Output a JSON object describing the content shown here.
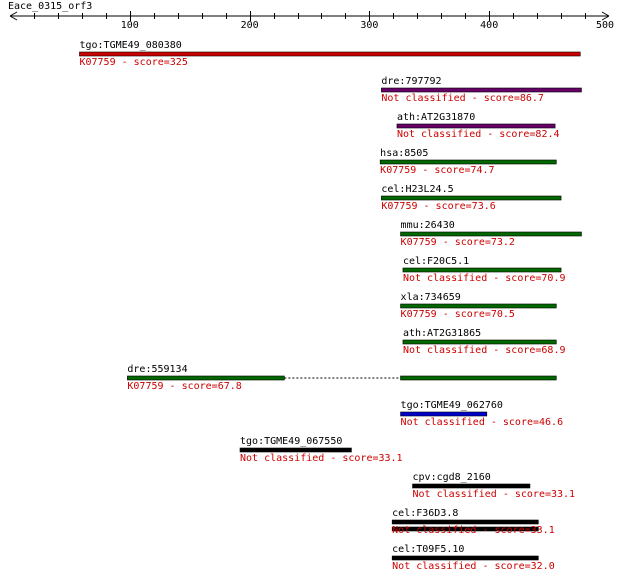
{
  "title": "Eace_0315_orf3",
  "axis": {
    "min": 0,
    "max": 500,
    "ticks": [
      100,
      200,
      300,
      400,
      500
    ],
    "tick_labels": [
      "100",
      "200",
      "300",
      "400",
      "500"
    ]
  },
  "colors": {
    "red": "#cc0000",
    "purple": "#660066",
    "green": "#006600",
    "blue": "#0000cc",
    "black": "#000000",
    "label_red": "#cc0000"
  },
  "hits": [
    {
      "name": "tgo:TGME49_080380",
      "class": "K07759 - score=325",
      "color": "red",
      "segments": [
        [
          58,
          476
        ]
      ]
    },
    {
      "name": "dre:797792",
      "class": "Not classified - score=86.7",
      "color": "purple",
      "segments": [
        [
          310,
          477
        ]
      ]
    },
    {
      "name": "ath:AT2G31870",
      "class": "Not classified - score=82.4",
      "color": "purple",
      "segments": [
        [
          323,
          455
        ]
      ]
    },
    {
      "name": "hsa:8505",
      "class": "K07759 - score=74.7",
      "color": "green",
      "segments": [
        [
          309,
          456
        ]
      ]
    },
    {
      "name": "cel:H23L24.5",
      "class": "K07759 - score=73.6",
      "color": "green",
      "segments": [
        [
          310,
          460
        ]
      ]
    },
    {
      "name": "mmu:26430",
      "class": "K07759 - score=73.2",
      "color": "green",
      "segments": [
        [
          326,
          477
        ]
      ]
    },
    {
      "name": "cel:F20C5.1",
      "class": "Not classified - score=70.9",
      "color": "green",
      "segments": [
        [
          328,
          460
        ]
      ]
    },
    {
      "name": "xla:734659",
      "class": "K07759 - score=70.5",
      "color": "green",
      "segments": [
        [
          326,
          456
        ]
      ]
    },
    {
      "name": "ath:AT2G31865",
      "class": "Not classified - score=68.9",
      "color": "green",
      "segments": [
        [
          328,
          456
        ]
      ]
    },
    {
      "name": "dre:559134",
      "class": "K07759 - score=67.8",
      "color": "green",
      "segments": [
        [
          98,
          229
        ],
        [
          326,
          456
        ]
      ]
    },
    {
      "name": "tgo:TGME49_062760",
      "class": "Not classified - score=46.6",
      "color": "blue",
      "segments": [
        [
          326,
          398
        ]
      ]
    },
    {
      "name": "tgo:TGME49_067550",
      "class": "Not classified - score=33.1",
      "color": "black",
      "segments": [
        [
          192,
          285
        ]
      ]
    },
    {
      "name": "cpv:cgd8_2160",
      "class": "Not classified - score=33.1",
      "color": "black",
      "segments": [
        [
          336,
          434
        ]
      ]
    },
    {
      "name": "cel:F36D3.8",
      "class": "Not classified - score=33.1",
      "color": "black",
      "segments": [
        [
          319,
          441
        ]
      ],
      "double": true
    },
    {
      "name": "cel:T09F5.10",
      "class": "Not classified - score=32.0",
      "color": "black",
      "segments": [
        [
          319,
          441
        ]
      ]
    }
  ]
}
